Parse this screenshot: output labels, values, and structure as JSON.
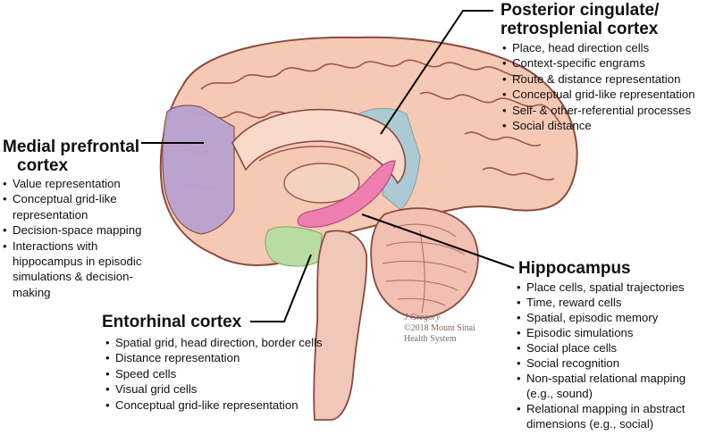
{
  "regions": {
    "posterior_cingulate": {
      "title_lines": [
        "Posterior cingulate/",
        "retrosplenial cortex"
      ],
      "items": [
        "Place, head direction cells",
        "Context-specific engrams",
        "Route & distance representation",
        "Conceptual grid-like representation",
        "Self- & other-referential processes",
        "Social distance"
      ]
    },
    "medial_prefrontal": {
      "title_lines": [
        "Medial prefrontal",
        "cortex"
      ],
      "items": [
        "Value representation",
        "Conceptual grid-like representation",
        "Decision-space mapping",
        "Interactions with hippocampus in episodic simulations & decision-making"
      ]
    },
    "entorhinal": {
      "title_lines": [
        "Entorhinal cortex"
      ],
      "items": [
        "Spatial grid, head direction, border cells",
        "Distance representation",
        "Speed cells",
        "Visual grid cells",
        "Conceptual grid-like representation"
      ]
    },
    "hippocampus": {
      "title_lines": [
        "Hippocampus"
      ],
      "items": [
        "Place cells, spatial trajectories",
        "Time, reward cells",
        "Spatial, episodic memory",
        "Episodic simulations",
        "Social place cells",
        "Social recognition",
        "Non-spatial relational mapping (e.g., sound)",
        "Relational mapping in abstract dimensions (e.g., social)"
      ]
    }
  },
  "credit": {
    "artist": "J Gregory",
    "copyright": "©2018 Mount Sinai",
    "org": "Health System"
  },
  "colors": {
    "brain_fill": "#f6c9b4",
    "brain_outline": "#8a4a3f",
    "medial_prefrontal": "#b8a1d1",
    "posterior_cingulate": "#a9cbd6",
    "entorhinal": "#b9dca0",
    "hippocampus": "#ef7fb0",
    "cerebellum": "#f2bfb3",
    "brainstem": "#f0c7b8",
    "leader_line": "#000000"
  }
}
